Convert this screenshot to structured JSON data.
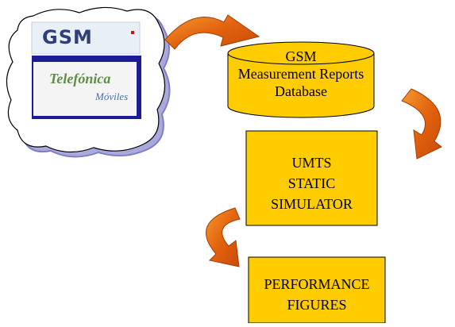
{
  "logos": {
    "gsm": "GSM",
    "telefonica": "Telefónica",
    "moviles": "Móviles"
  },
  "nodes": {
    "database": [
      "GSM",
      "Measurement Reports",
      "Database"
    ],
    "simulator": [
      "UMTS",
      "STATIC",
      "SIMULATOR"
    ],
    "performance": [
      "PERFORMANCE",
      "FIGURES"
    ]
  },
  "colors": {
    "box_fill": "#ffcc00",
    "arrow_fill": "#e8620e",
    "arrow_edge": "#a33e04",
    "cloud_stroke": "#000000",
    "cloud_shadow": "#8f8fd0"
  }
}
